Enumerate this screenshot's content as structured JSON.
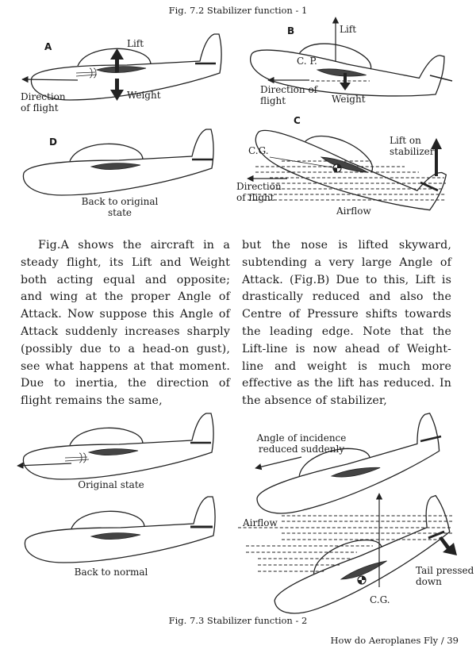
{
  "fig72": {
    "caption": "Fig. 7.2 Stabilizer function - 1",
    "panel_a": {
      "letter": "A",
      "lift": "Lift",
      "weight": "Weight",
      "direction": "Direction\nof flight"
    },
    "panel_b": {
      "letter": "B",
      "lift": "Lift",
      "cp": "C. P.",
      "direction": "Direction of\nflight",
      "weight": "Weight"
    },
    "panel_c": {
      "letter": "C",
      "cg": "C.G.",
      "lift_stab": "Lift on\nstabilizer",
      "direction": "Direction\nof flight",
      "airflow": "Airflow"
    },
    "panel_d": {
      "letter": "D",
      "caption": "Back to original\nstate"
    }
  },
  "body": {
    "col1": "Fig.A shows the aircraft in a steady flight, its Lift and Weight both acting equal and opposite; and wing at the proper Angle of Attack. Now suppose this Angle of Attack suddenly increases sharply (possibly due to a head-on gust), see what happens at that moment. Due to inertia, the direction of flight remains the same,",
    "col2": "but the nose is lifted skyward, subtending a very large Angle of Attack. (Fig.B) Due to this, Lift is drastically reduced and also the Centre of Pressure shifts towards the leading edge. Note that the Lift-line is now ahead of Weight-line and weight is much more effective as the lift has reduced. In the absence of stabilizer,"
  },
  "fig73": {
    "caption": "Fig. 7.3  Stabilizer  function - 2",
    "original_state": "Original state",
    "back_to_normal": "Back to normal",
    "angle_incidence": "Angle of incidence\nreduced suddenly",
    "airflow": "Airflow",
    "tail_pressed": "Tail pressed\ndown",
    "cg": "C.G."
  },
  "footer": {
    "running_head": "How do Aeroplanes Fly / 39"
  }
}
